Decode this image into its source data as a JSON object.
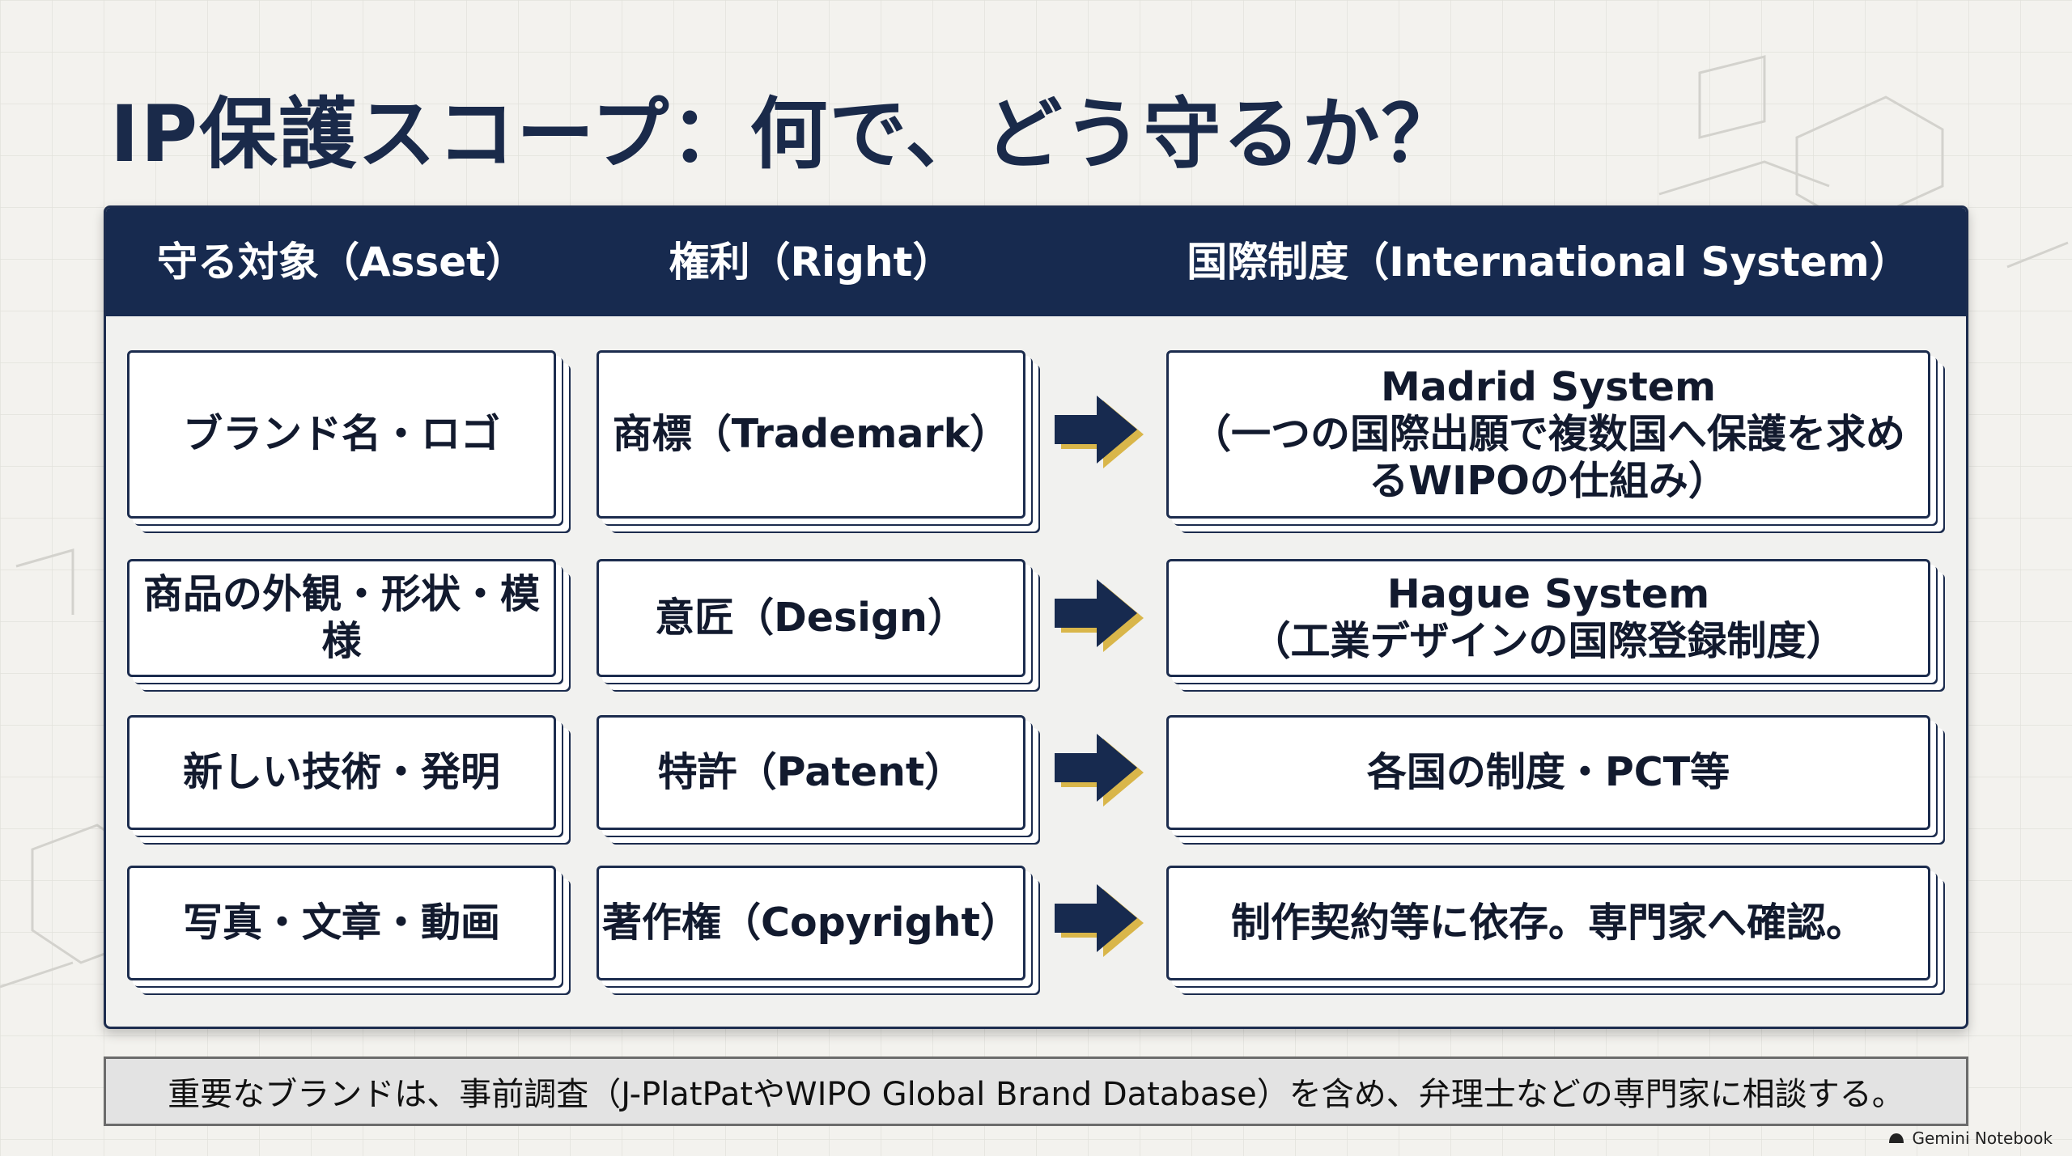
{
  "title": "IP保護スコープ：何で、どう守るか？",
  "table": {
    "headers": [
      "守る対象（Asset）",
      "権利（Right）",
      "国際制度（International System）"
    ],
    "rows": [
      {
        "asset": "ブランド名・ロゴ",
        "right": "商標（Trademark）",
        "system": "Madrid System\n（一つの国際出願で複数国へ保護を求め\nるWIPOの仕組み）"
      },
      {
        "asset": "商品の外観・形状・模様",
        "right": "意匠（Design）",
        "system": "Hague System\n（工業デザインの国際登録制度）"
      },
      {
        "asset": "新しい技術・発明",
        "right": "特許（Patent）",
        "system": "各国の制度・PCT等"
      },
      {
        "asset": "写真・文章・動画",
        "right": "著作権（Copyright）",
        "system": "制作契約等に依存。専門家へ確認。"
      }
    ]
  },
  "note": "重要なブランドは、事前調査（J-PlatPatやWIPO Global Brand Database）を含め、弁理士などの専門家に相談する。",
  "watermark": "Gemini Notebook",
  "colors": {
    "navy": "#172a4f",
    "arrow_accent": "#d9b64a",
    "background": "#f3f2ee"
  }
}
